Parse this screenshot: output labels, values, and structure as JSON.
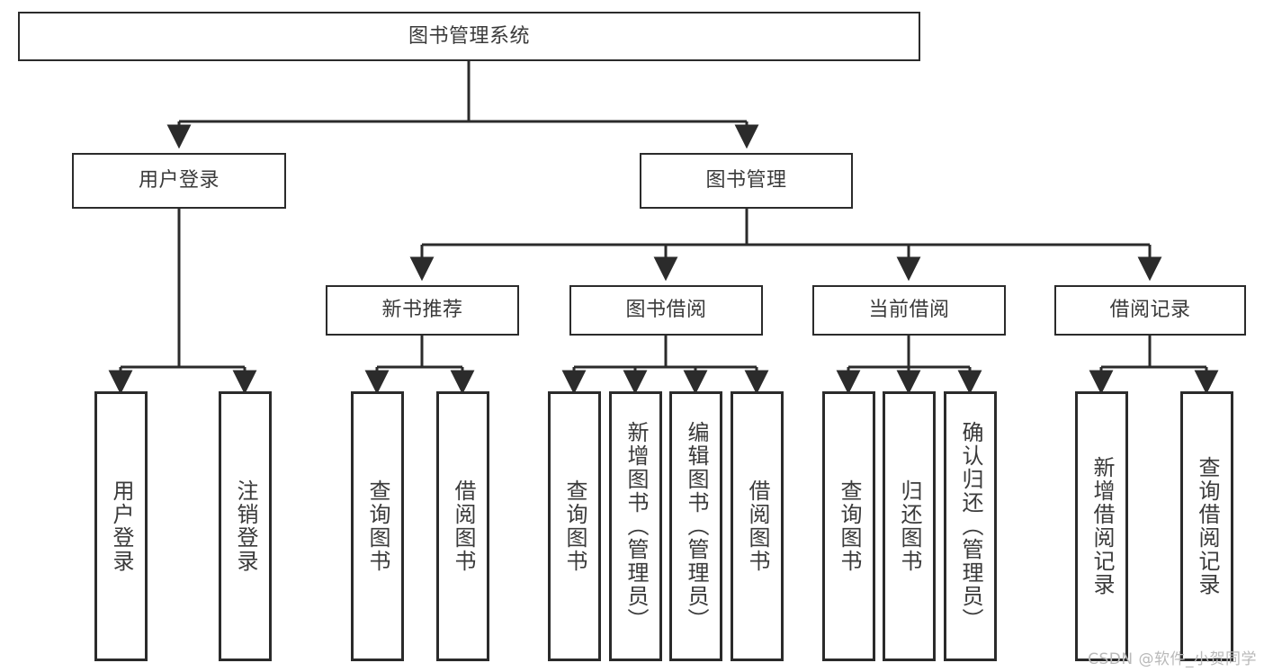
{
  "diagram": {
    "type": "tree-hierarchy-chart",
    "title": "图书管理系统",
    "colors": {
      "box_border": "#2b2b2b",
      "box_fill": "#ffffff",
      "text": "#3a3a3a",
      "connector": "#2b2b2b",
      "watermark": "#b9b9b9"
    },
    "root": {
      "label": "图书管理系统"
    },
    "level2": [
      {
        "label": "用户登录"
      },
      {
        "label": "图书管理"
      }
    ],
    "level3": [
      {
        "label": "新书推荐"
      },
      {
        "label": "图书借阅"
      },
      {
        "label": "当前借阅"
      },
      {
        "label": "借阅记录"
      }
    ],
    "leaves": {
      "user_login": [
        {
          "label": "用户登录"
        },
        {
          "label": "注销登录"
        }
      ],
      "new_book_recommend": [
        {
          "label": "查询图书"
        },
        {
          "label": "借阅图书"
        }
      ],
      "book_borrow": [
        {
          "label": "查询图书"
        },
        {
          "label": "新增图书（管理员）"
        },
        {
          "label": "编辑图书（管理员）"
        },
        {
          "label": "借阅图书"
        }
      ],
      "current_borrow": [
        {
          "label": "查询图书"
        },
        {
          "label": "归还图书"
        },
        {
          "label": "确认归还（管理员）"
        }
      ],
      "borrow_records": [
        {
          "label": "新增借阅记录"
        },
        {
          "label": "查询借阅记录"
        }
      ]
    },
    "watermark": "CSDN @软件_小贺同学"
  }
}
